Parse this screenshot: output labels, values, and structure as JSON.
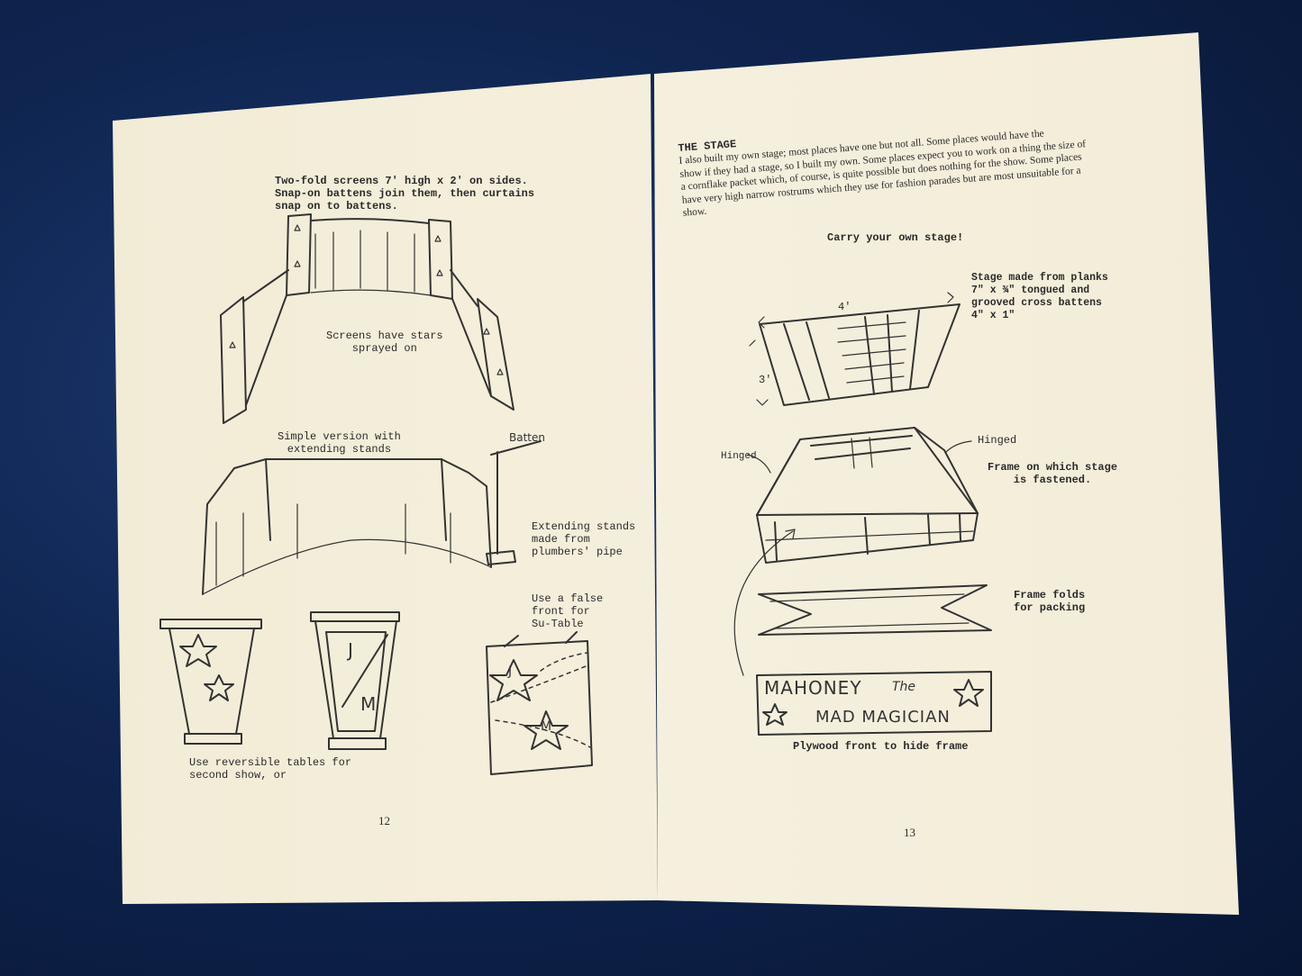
{
  "left_page": {
    "caption_screens": "Two-fold screens 7' high x 2' on sides.\nSnap-on battens join them, then curtains\nsnap on to battens.",
    "caption_stars": "Screens have stars\nsprayed on",
    "caption_simple": "Simple version with\nextending stands",
    "label_batten": "Batten",
    "caption_stands": "Extending stands\nmade from\nplumbers' pipe",
    "caption_false_front": "Use a false\nfront for\nSu-Table",
    "caption_tables": "Use reversible tables for\nsecond show, or",
    "table_letters": [
      "J",
      "M"
    ],
    "front_letters": [
      "J",
      "M"
    ],
    "page_number": "12"
  },
  "right_page": {
    "heading": "THE STAGE",
    "body": "I also built my own stage; most places have one but not all. Some places would have the\nshow if they had a stage, so I built my own. Some places expect you to work on a thing the size of\na cornflake packet which, of course, is quite possible but does nothing for the show. Some places\nhave very high narrow rostrums which they use for fashion parades but are most unsuitable for a\nshow.",
    "carry_caption": "Carry your own stage!",
    "caption_planks": "Stage made from planks\n7\" x ¾\" tongued and\ngrooved cross battens\n4\" x 1\"",
    "dim_width": "4'",
    "dim_depth": "3'",
    "label_hinged_left": "Hinged",
    "label_hinged_right": "Hinged",
    "caption_frame": "Frame on which stage\nis fastened.",
    "caption_folds": "Frame folds\nfor packing",
    "sign_line1": "MAHONEY",
    "sign_the": "The",
    "sign_line2": "MAD MAGICIAN",
    "caption_plywood": "Plywood front to hide frame",
    "page_number": "13"
  }
}
